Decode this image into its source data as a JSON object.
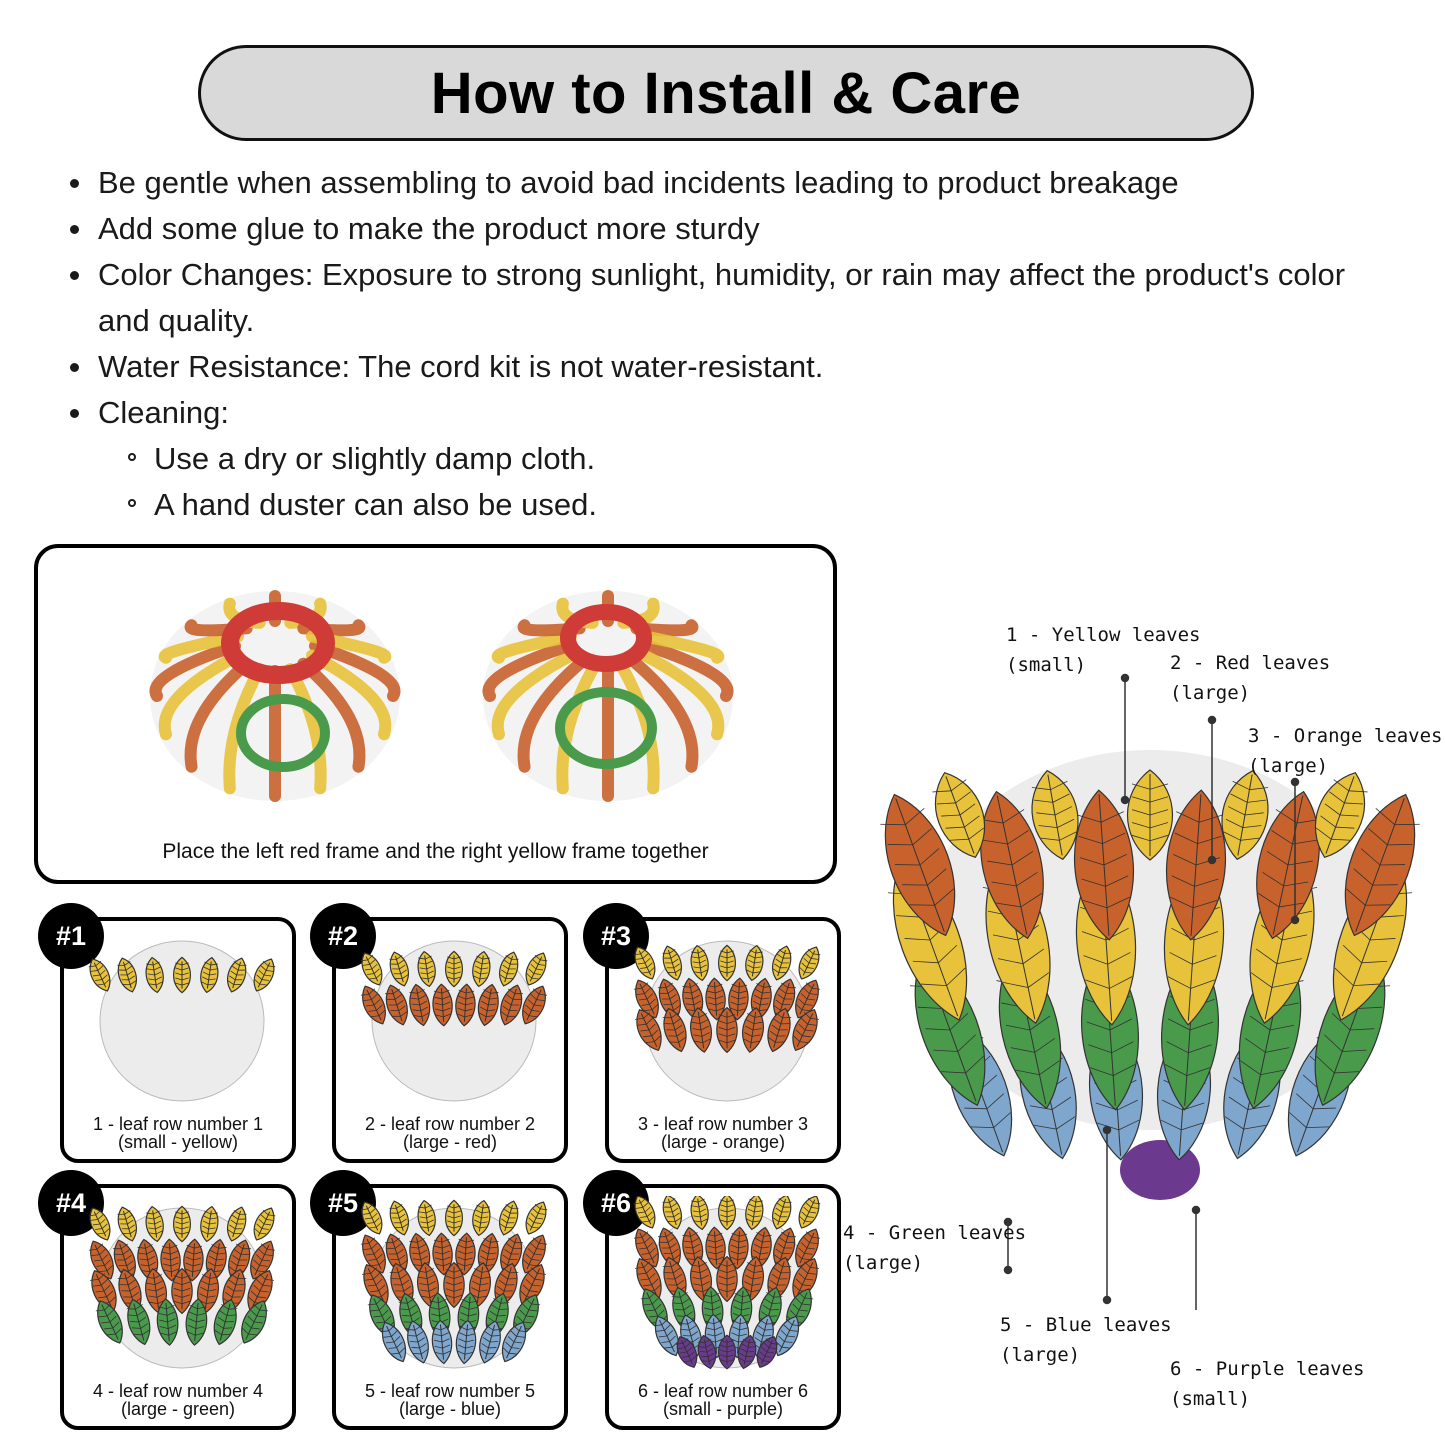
{
  "title": "How to Install & Care",
  "care_tips": [
    "Be gentle when assembling to avoid bad incidents leading to product breakage",
    "Add some glue to make the product more sturdy",
    "Color Changes: Exposure to strong sunlight, humidity, or rain may affect the product's color and quality.",
    "Water Resistance: The cord kit is not water-resistant.",
    "Cleaning:"
  ],
  "cleaning_tips": [
    "Use a dry or slightly damp cloth.",
    "A hand duster can also be used."
  ],
  "frame_instruction": "Place the left red frame and the right yellow frame together",
  "steps": [
    {
      "badge": "#1",
      "line1": "1 - leaf row number 1",
      "line2": "(small - yellow)"
    },
    {
      "badge": "#2",
      "line1": "2 - leaf row number 2",
      "line2": "(large - red)"
    },
    {
      "badge": "#3",
      "line1": "3 - leaf row number 3",
      "line2": "(large - orange)"
    },
    {
      "badge": "#4",
      "line1": "4 - leaf row number 4",
      "line2": "(large - green)"
    },
    {
      "badge": "#5",
      "line1": "5 - leaf row number 5",
      "line2": "(large - blue)"
    },
    {
      "badge": "#6",
      "line1": "6 - leaf row number 6",
      "line2": "(small - purple)"
    }
  ],
  "callouts": [
    {
      "line1": "1 - Yellow leaves",
      "line2": "(small)"
    },
    {
      "line1": "2 - Red leaves",
      "line2": "(large)"
    },
    {
      "line1": "3 - Orange leaves",
      "line2": "(large)"
    },
    {
      "line1": "4 - Green leaves",
      "line2": "(large)"
    },
    {
      "line1": "5 - Blue leaves",
      "line2": "(large)"
    },
    {
      "line1": "6 - Purple leaves",
      "line2": "(small)"
    }
  ],
  "colors": {
    "yellow": "#e8c23a",
    "red": "#cf3b36",
    "orange": "#c8622d",
    "green": "#4a9a4c",
    "blue": "#7fa6cc",
    "purple": "#6b3a8f",
    "frame": "#e6e6e6"
  }
}
